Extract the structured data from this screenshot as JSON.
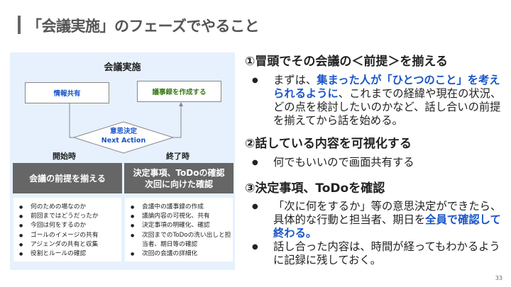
{
  "title": "「会議実施」のフェーズでやること",
  "diagram": {
    "title": "会議実施",
    "box_share": "情報共有",
    "box_minutes": "議事録を作成する",
    "decision": "意思決定",
    "next_action": "Next Action",
    "start": "開始時",
    "end": "終了時"
  },
  "columns": [
    {
      "header": "会議の前提を揃える",
      "items": [
        "何のための場なのか",
        "前回まではどうだったか",
        "今回は何をするのか",
        "ゴールのイメージの共有",
        "アジェンダの共有と収集",
        "役割とルールの確認"
      ]
    },
    {
      "header_line1": "決定事項、ToDoの確認",
      "header_line2": "次回に向けた確認",
      "items": [
        "会議中の議事録の作成",
        "議論内容の可視化、共有",
        "決定事項の明確化、確認",
        "次回までのToDoの洗い出しと担当者、期日等の確認",
        "次回の会議の詳細化"
      ]
    }
  ],
  "sections": [
    {
      "heading": "①冒頭でその会議の＜前提＞を揃える",
      "p_pre": "まずは、",
      "p_hl": "集まった人が「ひとつのこと」を考えられるように",
      "p_post": "、これまでの経緯や現在の状況、どの点を検討したいのかなど、話し合いの前提を揃えてから話を始める。"
    },
    {
      "heading": "②話している内容を可視化する",
      "p": "何でもいいので画面共有する"
    },
    {
      "heading": "③決定事項、ToDoを確認",
      "p1_pre": "「次に何をするか」等の意思決定ができたら、具体的な行動と担当者、期日を",
      "p1_hl": "全員で確認して終わる。",
      "p2": "話し合った内容は、時間が経ってもわかるように記録に残しておく。"
    }
  ],
  "page_number": "33",
  "colors": {
    "accent": "#1a56c8",
    "panel": "#e6f1fd",
    "header": "#666666"
  }
}
